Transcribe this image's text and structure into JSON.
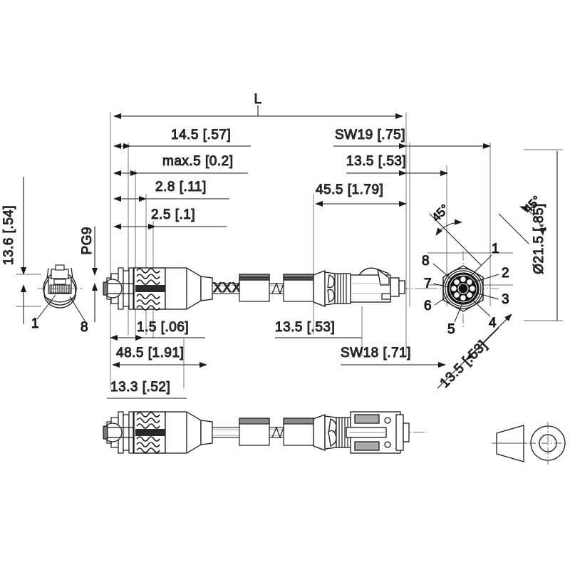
{
  "drawing": {
    "title": "Cable assembly technical drawing",
    "background_color": "#ffffff",
    "line_color": "#1a1a1a",
    "dim_text_color": "#3c3c3c"
  },
  "dimensions": {
    "overall_length_label": "L",
    "d_14_5": "14.5 [.57]",
    "d_max5": "max.5 [0.2]",
    "d_2_8": "2.8 [.11]",
    "d_2_5": "2.5 [.1]",
    "d_sw19": "SW19 [.75]",
    "d_13_5_top": "13.5 [.53]",
    "d_45_5": "45.5 [1.79]",
    "d_1_5": "1.5 [.06]",
    "d_13_5_mid": "13.5 [.53]",
    "d_48_5": "48.5 [1.91]",
    "d_sw18": "SW18 [.71]",
    "d_13_3": "13.3 [.52]",
    "d_13_6": "13.6 [.54]",
    "d_pg9": "PG9",
    "d_dia21_5": "Ø21.5 [.85]",
    "d_13_5_diag": "13.5 [.53]",
    "angle_45_a": "45°",
    "angle_45_b": "45°"
  },
  "left_endview_callouts": {
    "pin_1": "1",
    "pin_8": "8"
  },
  "circular_connector_pins": {
    "p1": "1",
    "p2": "2",
    "p3": "3",
    "p4": "4",
    "p5": "5",
    "p6": "6",
    "p7": "7",
    "p8": "8"
  },
  "cable_marking": {
    "mark": "XXX"
  }
}
